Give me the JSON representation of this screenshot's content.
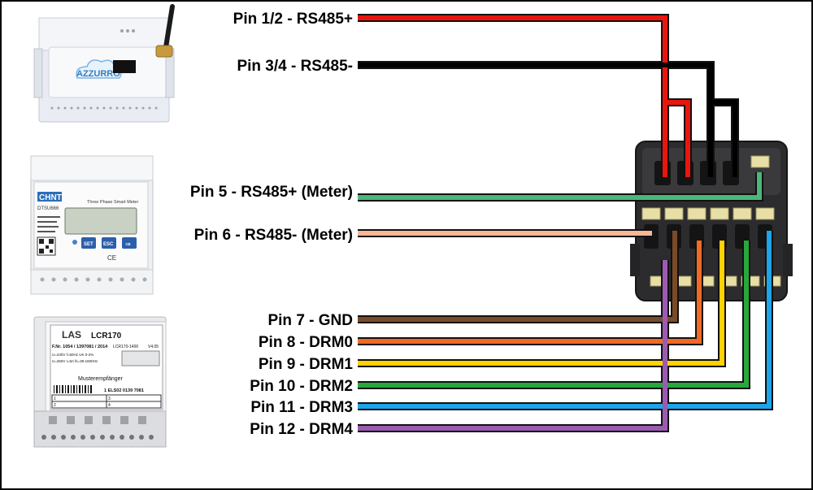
{
  "devices": {
    "gateway": {
      "brand": "AZZURRO"
    },
    "smart_meter": {
      "brand": "CHNT",
      "model": "DTSU666",
      "caption": "Three Phase Smart Meter",
      "buttons": [
        "SET",
        "ESC",
        "⇒"
      ]
    },
    "receiver": {
      "brand": "LAS",
      "model": "LCR170",
      "line1": "F.Nr. 1054 / 1397081 / 2014",
      "line1b": "LCR170-1400",
      "line1c": "V4.05",
      "line2": "U=230V  f=50Hz  UK 0-2%",
      "line3": "U=250V  I=8A  fs=38-1600Hz",
      "subtitle": "Musterempfänger",
      "serial": "1 ELS02 0139 7081",
      "cells": [
        "1",
        "2",
        "3",
        "4"
      ]
    }
  },
  "wiring": {
    "terminal_name": "connector-terminal",
    "pins": [
      {
        "id": "pin-1-2",
        "label": "Pin 1/2 - RS485+",
        "color": "#e8170d"
      },
      {
        "id": "pin-3-4",
        "label": "Pin 3/4 - RS485-",
        "color": "#000000"
      },
      {
        "id": "pin-5",
        "label": "Pin 5 - RS485+ (Meter)",
        "color": "#4bb77a"
      },
      {
        "id": "pin-6",
        "label": "Pin 6 - RS485- (Meter)",
        "color": "#f7b695"
      },
      {
        "id": "pin-7",
        "label": "Pin 7 - GND",
        "color": "#7a4b26"
      },
      {
        "id": "pin-8",
        "label": "Pin 8 - DRM0",
        "color": "#f06a24"
      },
      {
        "id": "pin-9",
        "label": "Pin 9 - DRM1",
        "color": "#ffd200"
      },
      {
        "id": "pin-10",
        "label": "Pin 10 - DRM2",
        "color": "#27a83a"
      },
      {
        "id": "pin-11",
        "label": "Pin 11 - DRM3",
        "color": "#1ea4e8"
      },
      {
        "id": "pin-12",
        "label": "Pin 12 - DRM4",
        "color": "#9c5bb0"
      }
    ]
  }
}
